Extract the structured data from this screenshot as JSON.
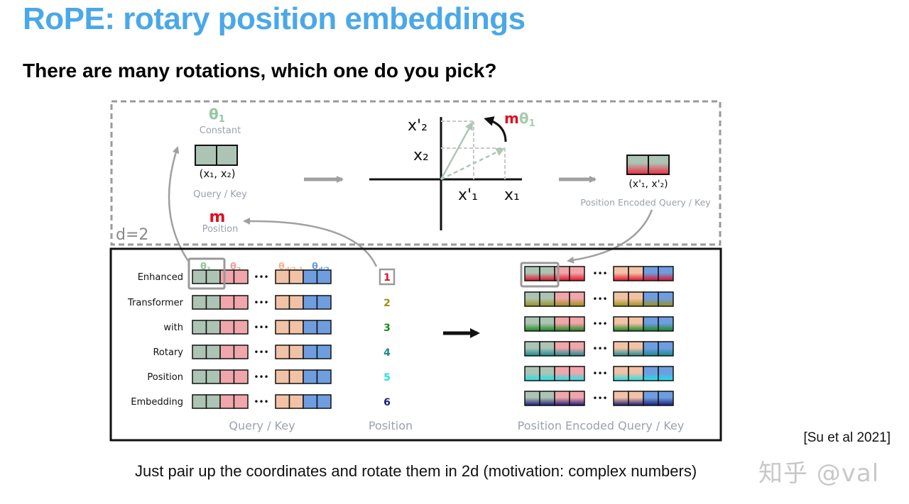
{
  "title": "RoPE: rotary position embeddings",
  "subtitle": "There are many rotations, which one do you pick?",
  "citation": "[Su et al 2021]",
  "caption": "Just pair up the coordinates and rotate them in 2d (motivation: complex numbers)",
  "watermark": "知乎 @val",
  "diagram": {
    "top_panel": {
      "dimension_label": "d=2",
      "theta_symbol": "θ",
      "theta_subscript": "1",
      "constant_label": "Constant",
      "input_pair_label": "(x₁, x₂)",
      "input_caption": "Query / Key",
      "position_symbol": "m",
      "position_caption": "Position",
      "rotation_label_m": "m",
      "rotation_label_theta": "θ",
      "rotation_label_sub": "1",
      "axis_labels": {
        "x2_prime": "x'₂",
        "x2": "x₂",
        "x1_prime": "x'₁",
        "x1": "x₁"
      },
      "output_pair_label": "(x'₁, x'₂)",
      "output_caption": "Position Encoded Query / Key"
    },
    "bottom_panel": {
      "theta_headers": [
        {
          "symbol": "θ",
          "sub": "1",
          "color": "#8fc49a"
        },
        {
          "symbol": "θ",
          "sub": "2",
          "color": "#eea0a0"
        },
        {
          "symbol": "θ",
          "sub": "d/2-1",
          "color": "#f0b898"
        },
        {
          "symbol": "θ",
          "sub": "d/2",
          "color": "#6a9ee0"
        }
      ],
      "tokens": [
        "Enhanced",
        "Transformer",
        "with",
        "Rotary",
        "Position",
        "Embedding"
      ],
      "positions": [
        {
          "value": "1",
          "color": "#e0102a"
        },
        {
          "value": "2",
          "color": "#9a9018"
        },
        {
          "value": "3",
          "color": "#1a8a20"
        },
        {
          "value": "4",
          "color": "#188a90"
        },
        {
          "value": "5",
          "color": "#22e0e8"
        },
        {
          "value": "6",
          "color": "#1a1a78"
        }
      ],
      "ellipsis": "•••",
      "cell_colors": {
        "theta1": "#adc4b4",
        "theta2": "#f0a6aa",
        "theta_d2m1": "#f2c2a6",
        "theta_d2": "#6e9ee0"
      },
      "query_key_caption": "Query / Key",
      "position_caption": "Position",
      "encoded_caption": "Position Encoded Query / Key"
    }
  }
}
